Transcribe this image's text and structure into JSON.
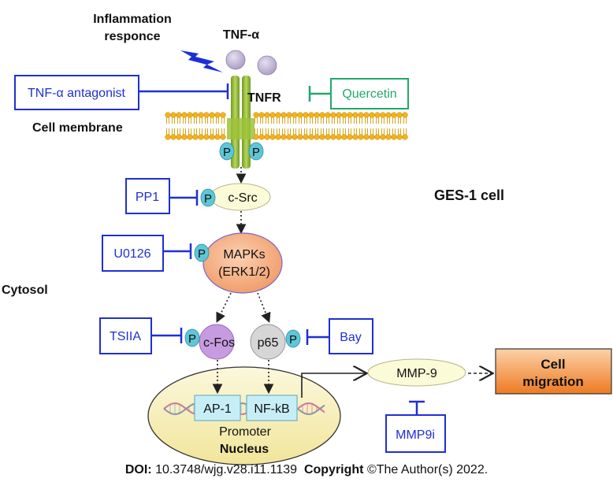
{
  "labels": {
    "inflammation_line1": "Inflammation",
    "inflammation_line2": "responce",
    "tnf_alpha": "TNF-α",
    "tnfr": "TNFR",
    "cell_membrane": "Cell membrane",
    "ges1_cell": "GES-1 cell",
    "cytosol": "Cytosol",
    "promoter": "Promoter",
    "nucleus": "Nucleus",
    "p": "P"
  },
  "inhibitors": {
    "tnf_antagonist": "TNF-α antagonist",
    "quercetin": "Quercetin",
    "pp1": "PP1",
    "u0126": "U0126",
    "tsiia": "TSIIA",
    "bay": "Bay",
    "mmp9i": "MMP9i"
  },
  "nodes": {
    "c_src": "c-Src",
    "mapks_line1": "MAPKs",
    "mapks_line2": "(ERK1/2)",
    "c_fos": "c-Fos",
    "p65": "p65",
    "ap1": "AP-1",
    "nfkb": "NF-kB",
    "mmp9": "MMP-9",
    "cell_migration_line1": "Cell",
    "cell_migration_line2": "migration"
  },
  "footer": {
    "doi_label": "DOI:",
    "doi_value": "10.3748/wjg.v28.i11.1139",
    "copyright_label": "Copyright",
    "copyright_value": "©The Author(s) 2022."
  },
  "colors": {
    "inhibitor_blue": "#1f2fd6",
    "quercetin_green": "#22a86a",
    "receptor_green": "#8fb52f",
    "phospho_teal": "#5ec6d6",
    "mapk_orange": "#f6b48a",
    "cfos_purple": "#c79be0",
    "nucleus_cream": "#f7f0b8",
    "migration_orange": "#f07f2a",
    "membrane_gold": "#f2b21b"
  }
}
